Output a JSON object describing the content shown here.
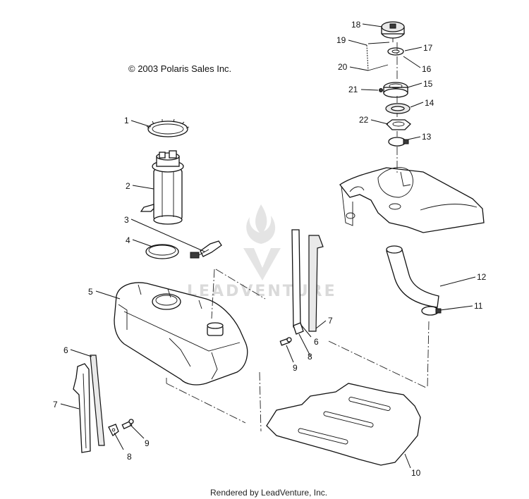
{
  "copyright": "© 2003 Polaris Sales Inc.",
  "footer": "Rendered by LeadVenture, Inc.",
  "watermark": "LEADVENTURE",
  "callouts": [
    "1",
    "2",
    "3",
    "4",
    "5",
    "6",
    "7",
    "8",
    "9",
    "10",
    "11",
    "12",
    "13",
    "14",
    "15",
    "16",
    "17",
    "18",
    "19",
    "20",
    "21",
    "22"
  ],
  "secondary_callouts": [
    "6",
    "7",
    "8",
    "9"
  ]
}
